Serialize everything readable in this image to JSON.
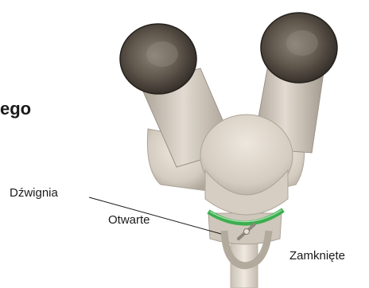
{
  "heading_fragment": "ego",
  "labels": {
    "lever": "Dźwignia",
    "open": "Otwarte",
    "closed": "Zamknięte"
  },
  "colors": {
    "eyepiece_rubber": "#5a5147",
    "body_light": "#d9d2c7",
    "body_shade": "#b7aea2",
    "ring_green": "#3cae4f",
    "leader_line": "#1a1a1a"
  }
}
